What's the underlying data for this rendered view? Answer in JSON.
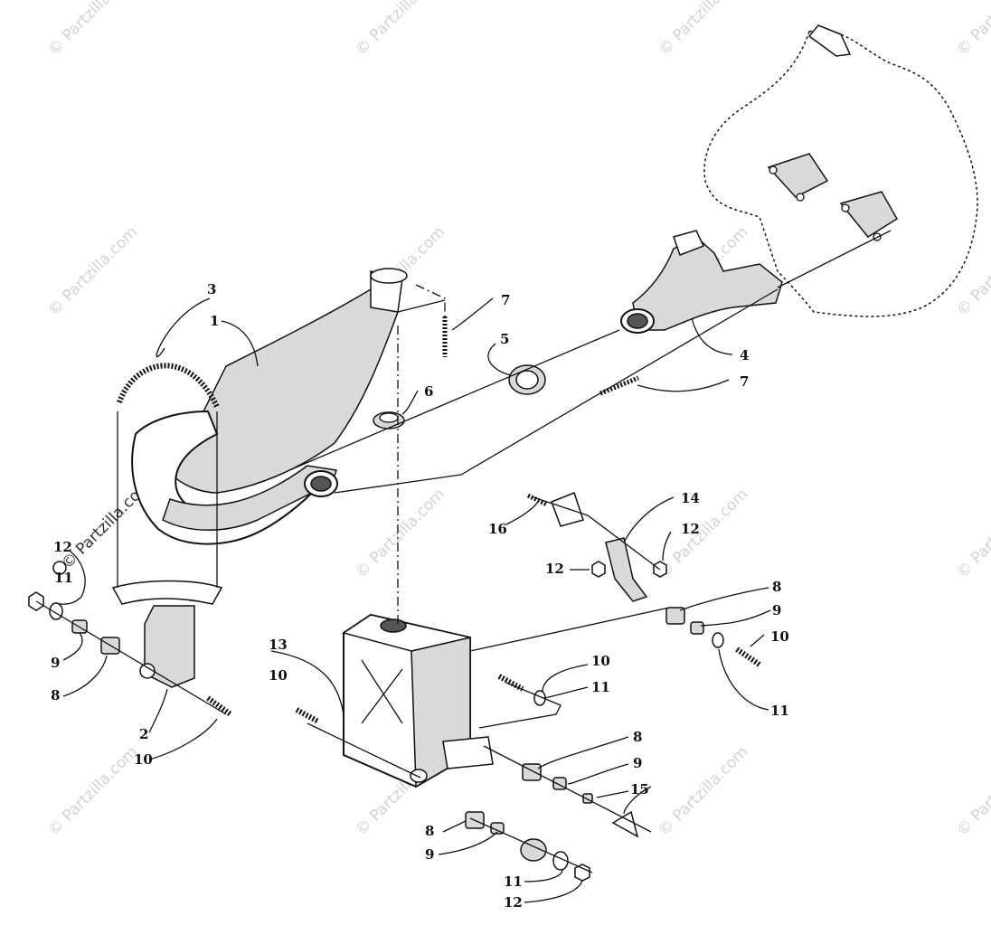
{
  "watermark": {
    "text": "© Partzilla.com"
  },
  "callouts": [
    {
      "id": "c1",
      "label": "1"
    },
    {
      "id": "c2",
      "label": "2"
    },
    {
      "id": "c3",
      "label": "3"
    },
    {
      "id": "c4",
      "label": "4"
    },
    {
      "id": "c5",
      "label": "5"
    },
    {
      "id": "c6",
      "label": "6"
    },
    {
      "id": "c7a",
      "label": "7"
    },
    {
      "id": "c7b",
      "label": "7"
    },
    {
      "id": "c8a",
      "label": "8"
    },
    {
      "id": "c8b",
      "label": "8"
    },
    {
      "id": "c8c",
      "label": "8"
    },
    {
      "id": "c8d",
      "label": "8"
    },
    {
      "id": "c9a",
      "label": "9"
    },
    {
      "id": "c9b",
      "label": "9"
    },
    {
      "id": "c9c",
      "label": "9"
    },
    {
      "id": "c9d",
      "label": "9"
    },
    {
      "id": "c10a",
      "label": "10"
    },
    {
      "id": "c10b",
      "label": "10"
    },
    {
      "id": "c10c",
      "label": "10"
    },
    {
      "id": "c10d",
      "label": "10"
    },
    {
      "id": "c11a",
      "label": "11"
    },
    {
      "id": "c11b",
      "label": "11"
    },
    {
      "id": "c11c",
      "label": "11"
    },
    {
      "id": "c11d",
      "label": "11"
    },
    {
      "id": "c12a",
      "label": "12"
    },
    {
      "id": "c12b",
      "label": "12"
    },
    {
      "id": "c12c",
      "label": "12"
    },
    {
      "id": "c12d",
      "label": "12"
    },
    {
      "id": "c13",
      "label": "13"
    },
    {
      "id": "c14",
      "label": "14"
    },
    {
      "id": "c15",
      "label": "15"
    },
    {
      "id": "c16",
      "label": "16"
    }
  ]
}
